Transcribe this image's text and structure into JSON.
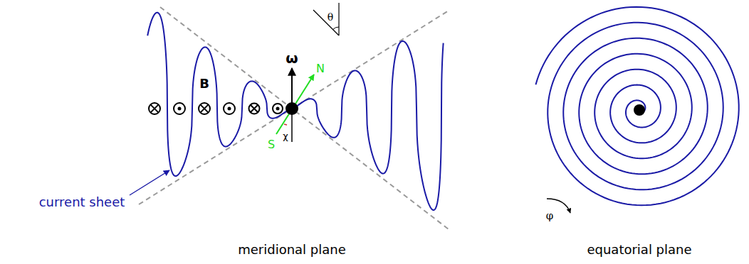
{
  "diagram": {
    "labels": [
      "θ",
      "ω",
      "N",
      "S",
      "χ",
      "B",
      "current sheet",
      "meridional plane",
      "equatorial plane",
      "φ"
    ]
  }
}
